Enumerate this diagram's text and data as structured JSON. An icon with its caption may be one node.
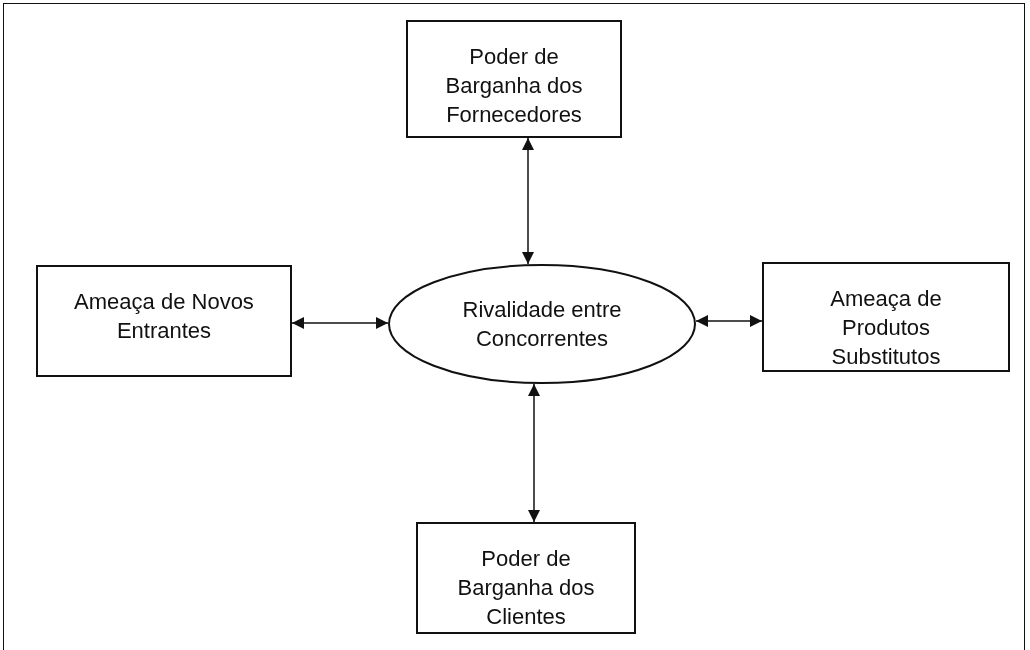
{
  "diagram": {
    "nodes": [
      {
        "text": [
          "Poder de Barganha dos Fornecedores"
        ]
      },
      {
        "text": [
          "Ameaça de Novos Entrantes"
        ]
      },
      {
        "text": [
          "Rivalidade entre Concorrentes"
        ]
      },
      {
        "text": [
          "Ameaça de Produtos Substitutos"
        ]
      },
      {
        "text": [
          "Poder de Barganha dos Clientes"
        ]
      }
    ],
    "edges": [
      {
        "from": 0,
        "to": 2,
        "arrow": "both"
      },
      {
        "from": 1,
        "to": 2,
        "arrow": "both"
      },
      {
        "from": 2,
        "to": 3,
        "arrow": "both"
      },
      {
        "from": 2,
        "to": 4,
        "arrow": "both"
      }
    ]
  }
}
